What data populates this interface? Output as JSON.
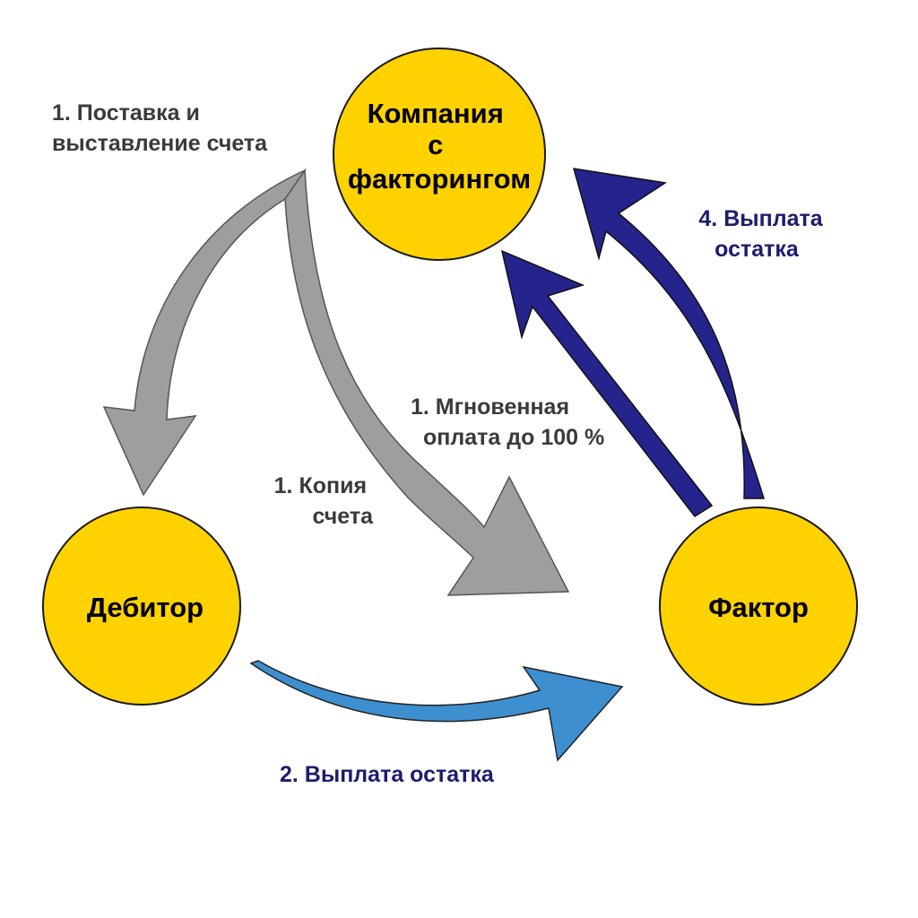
{
  "colors": {
    "node_fill": "#FFD200",
    "node_stroke": "#1a1a1a",
    "gray_arrow": "#9e9e9e",
    "navy_arrow": "#24248c",
    "blue_arrow": "#3d8fd0",
    "gray_text": "#3a3a3a",
    "navy_text": "#1c1c6e"
  },
  "nodes": {
    "company": {
      "lines": [
        "Компания",
        "с",
        "факторингом"
      ]
    },
    "debtor": {
      "label": "Дебитор"
    },
    "factor": {
      "label": "Фактор"
    }
  },
  "edges": {
    "delivery": {
      "lines": [
        "1. Поставка и",
        "выставление счета"
      ],
      "icon": "gray-arrow"
    },
    "invoice_copy": {
      "lines": [
        "1. Копия",
        "счета"
      ],
      "icon": "gray-arrow"
    },
    "instant_payment": {
      "lines": [
        "1. Мгновенная",
        "оплата до 100 %"
      ],
      "icon": "navy-arrow"
    },
    "balance_to_factor": {
      "label": "2. Выплата остатка",
      "icon": "blue-arrow"
    },
    "balance_to_company": {
      "lines": [
        "4. Выплата",
        "остатка"
      ],
      "icon": "navy-arrow"
    }
  }
}
